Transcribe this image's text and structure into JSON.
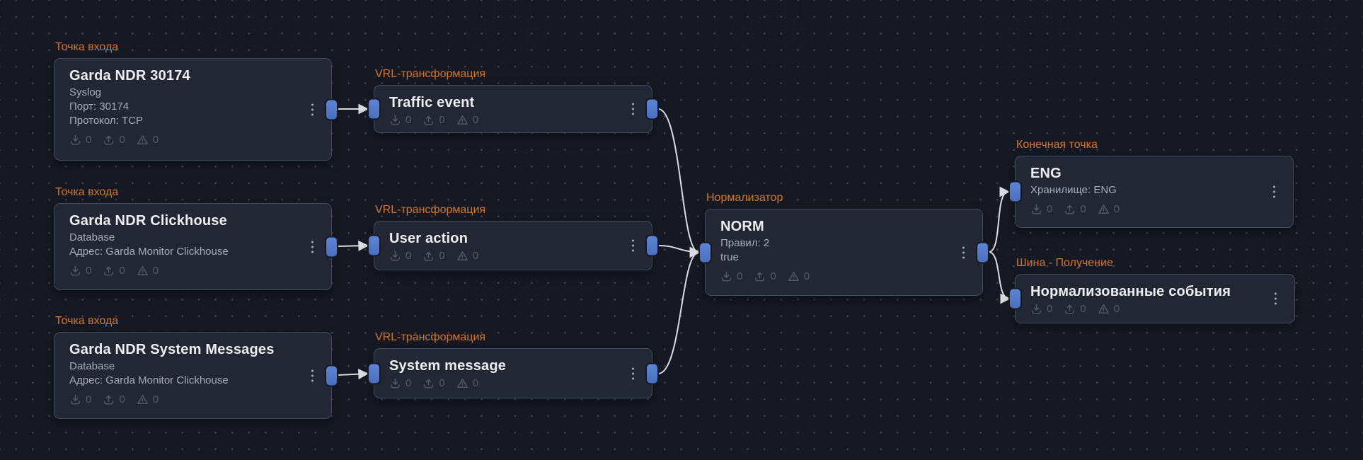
{
  "colors": {
    "background": "#161923",
    "node_background": "#232734",
    "node_border": "#434b5c",
    "accent_orange": "#d3772f",
    "port_blue": "#5379cb",
    "edge": "#d9dce0",
    "title_text": "#eceef2",
    "subtitle_text": "#a6adb9",
    "muted_stats": "#545b69"
  },
  "icons": {
    "input": "download-icon",
    "output": "upload-icon",
    "errors": "warning-icon",
    "menu": "kebab-menu-icon",
    "port": "connector-handle"
  },
  "nodes": [
    {
      "label": "Точка входа",
      "title": "Garda NDR 30174",
      "lines": [
        "Syslog",
        "Порт: 30174",
        "Протокол: TCP"
      ],
      "stats": {
        "in": "0",
        "out": "0",
        "err": "0"
      }
    },
    {
      "label": "Точка входа",
      "title": "Garda NDR Clickhouse",
      "lines": [
        "Database",
        "Адрес: Garda Monitor Clickhouse"
      ],
      "stats": {
        "in": "0",
        "out": "0",
        "err": "0"
      }
    },
    {
      "label": "Точка входа",
      "title": "Garda NDR System Messages",
      "lines": [
        "Database",
        "Адрес: Garda Monitor Clickhouse"
      ],
      "stats": {
        "in": "0",
        "out": "0",
        "err": "0"
      }
    },
    {
      "label": "VRL-трансформация",
      "title": "Traffic event",
      "lines": [],
      "stats": {
        "in": "0",
        "out": "0",
        "err": "0"
      }
    },
    {
      "label": "VRL-трансформация",
      "title": "User action",
      "lines": [],
      "stats": {
        "in": "0",
        "out": "0",
        "err": "0"
      }
    },
    {
      "label": "VRL-трансформация",
      "title": "System message",
      "lines": [],
      "stats": {
        "in": "0",
        "out": "0",
        "err": "0"
      }
    },
    {
      "label": "Нормализатор",
      "title": "NORM",
      "lines": [
        "Правил: 2",
        "true"
      ],
      "stats": {
        "in": "0",
        "out": "0",
        "err": "0"
      }
    },
    {
      "label": "Конечная точка",
      "title": "ENG",
      "lines": [
        "Хранилище: ENG"
      ],
      "stats": {
        "in": "0",
        "out": "0",
        "err": "0"
      }
    },
    {
      "label": "Шина - Получение",
      "title": "Нормализованные события",
      "lines": [],
      "stats": {
        "in": "0",
        "out": "0",
        "err": "0"
      }
    }
  ],
  "edges": [
    {
      "from": "Garda NDR 30174",
      "to": "Traffic event"
    },
    {
      "from": "Garda NDR Clickhouse",
      "to": "User action"
    },
    {
      "from": "Garda NDR System Messages",
      "to": "System message"
    },
    {
      "from": "Traffic event",
      "to": "NORM"
    },
    {
      "from": "User action",
      "to": "NORM"
    },
    {
      "from": "System message",
      "to": "NORM"
    },
    {
      "from": "NORM",
      "to": "ENG"
    },
    {
      "from": "NORM",
      "to": "Нормализованные события"
    }
  ]
}
